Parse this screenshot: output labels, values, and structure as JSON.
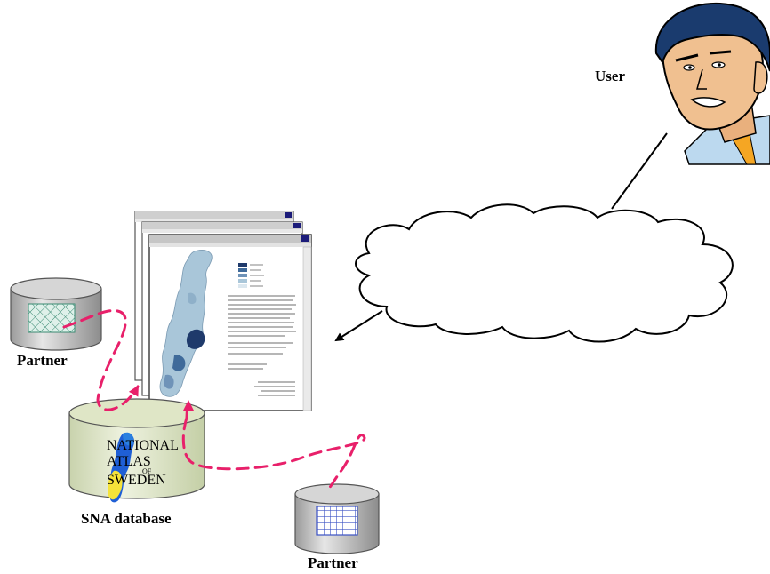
{
  "labels": {
    "user": "User",
    "partner_left": "Partner",
    "partner_bottom": "Partner",
    "sna_database": "SNA database"
  },
  "sna_logo": {
    "line1": "NATIONAL",
    "line2": "ATLAS",
    "line3": "OF",
    "line4": "SWEDEN"
  },
  "icons": [
    "user-portrait-icon",
    "internet-cloud-icon",
    "database-cylinder-icon",
    "browser-window-stack-icon",
    "sweden-map-icon"
  ],
  "colors": {
    "dashed_link": "#e8206a",
    "cloud_stroke": "#000000",
    "database_body": "#c0c0c0",
    "sna_database_body": "#e4ead0",
    "map_light": "#a9c6d9",
    "map_dark": "#1f3a6b"
  }
}
